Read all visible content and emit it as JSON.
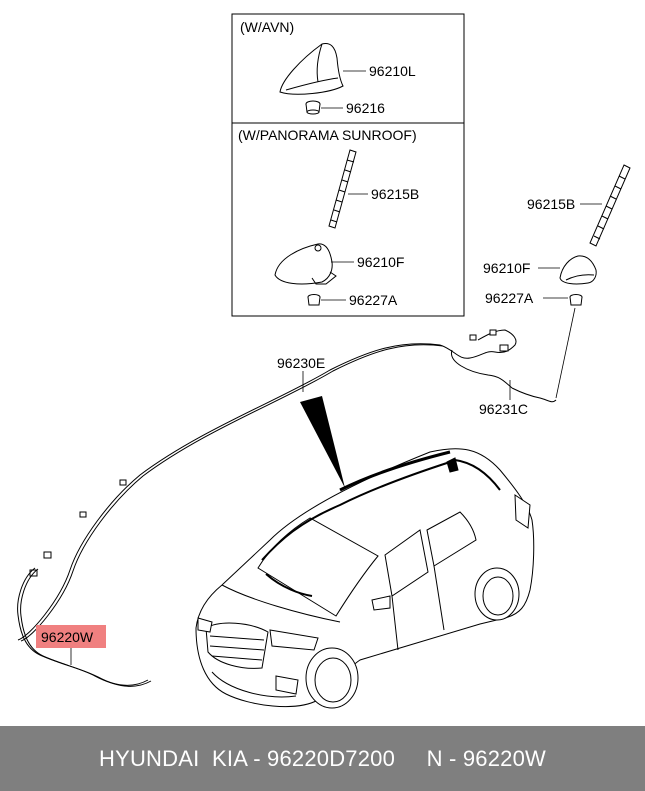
{
  "boxes": {
    "avn_title": "(W/AVN)",
    "sunroof_title": "(W/PANORAMA SUNROOF)"
  },
  "parts": {
    "p96210L": "96210L",
    "p96216": "96216",
    "p96215B_box": "96215B",
    "p96210F_box": "96210F",
    "p96227A_box": "96227A",
    "p96215B": "96215B",
    "p96210F": "96210F",
    "p96227A": "96227A",
    "p96230E": "96230E",
    "p96231C": "96231C",
    "p96220W": "96220W"
  },
  "highlight_color": "#f08080",
  "footer": {
    "text": "HYUNDAI  KIA - 96220D7200     N - 96220W"
  }
}
